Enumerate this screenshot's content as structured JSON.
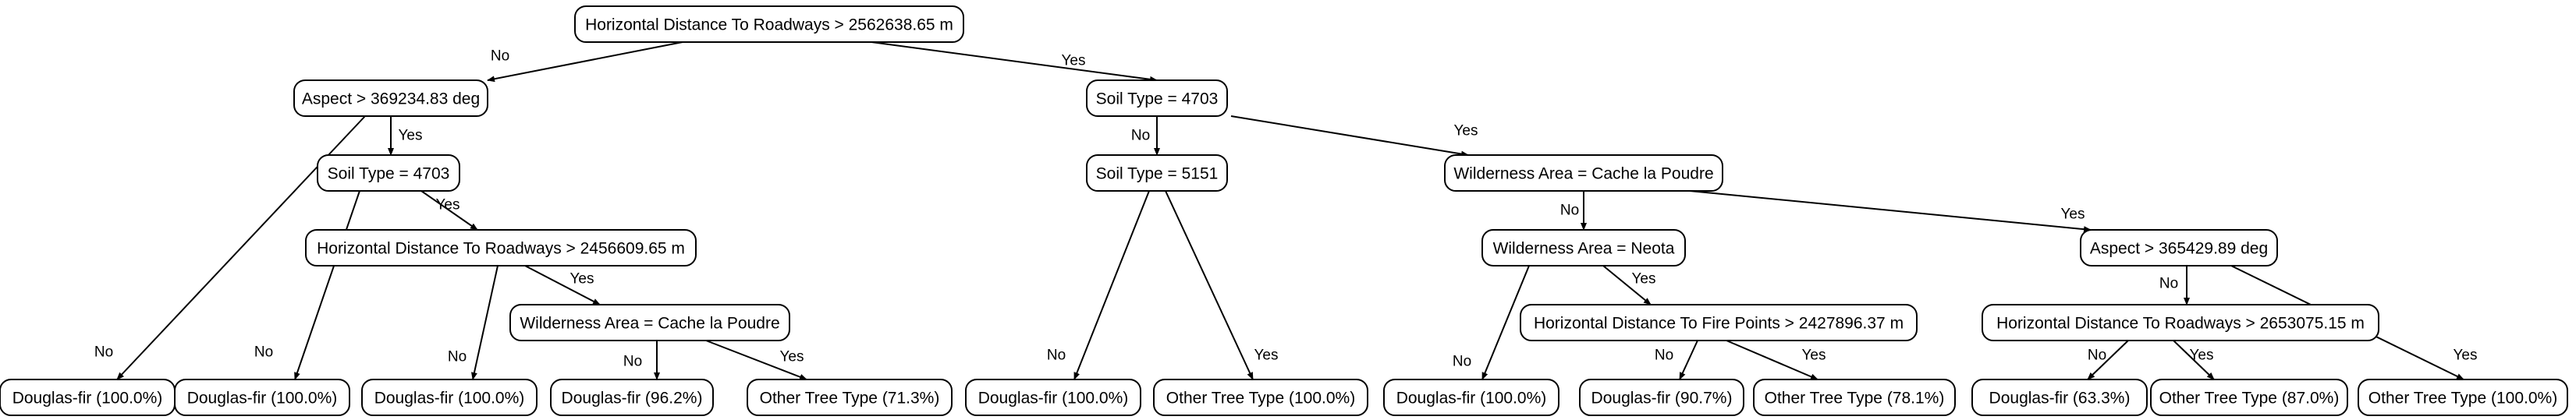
{
  "labels": {
    "no": "No",
    "yes": "Yes"
  },
  "nodes": [
    {
      "id": "n0",
      "text": "Horizontal Distance To Roadways > 2562638.65 m"
    },
    {
      "id": "n1",
      "text": "Aspect > 369234.83 deg"
    },
    {
      "id": "n2",
      "text": "Soil Type = 4703"
    },
    {
      "id": "n3",
      "text": "Soil Type = 4703"
    },
    {
      "id": "n4",
      "text": "Horizontal Distance To Roadways > 2456609.65 m"
    },
    {
      "id": "n5",
      "text": "Wilderness Area = Cache la Poudre"
    },
    {
      "id": "n6",
      "text": "Soil Type = 5151"
    },
    {
      "id": "n7",
      "text": "Wilderness Area = Cache la Poudre"
    },
    {
      "id": "n8",
      "text": "Wilderness Area = Neota"
    },
    {
      "id": "n9",
      "text": "Horizontal Distance To Fire Points > 2427896.37 m"
    },
    {
      "id": "n10",
      "text": "Aspect > 365429.89 deg"
    },
    {
      "id": "n11",
      "text": "Horizontal Distance To Roadways > 2653075.15 m"
    },
    {
      "id": "l1",
      "text": "Douglas-fir (100.0%)"
    },
    {
      "id": "l2",
      "text": "Douglas-fir (100.0%)"
    },
    {
      "id": "l3",
      "text": "Douglas-fir (100.0%)"
    },
    {
      "id": "l4",
      "text": "Douglas-fir (96.2%)"
    },
    {
      "id": "l5",
      "text": "Other Tree Type (71.3%)"
    },
    {
      "id": "l6",
      "text": "Douglas-fir (100.0%)"
    },
    {
      "id": "l7",
      "text": "Other Tree Type (100.0%)"
    },
    {
      "id": "l8",
      "text": "Douglas-fir (100.0%)"
    },
    {
      "id": "l9",
      "text": "Douglas-fir (90.7%)"
    },
    {
      "id": "l10",
      "text": "Other Tree Type (78.1%)"
    },
    {
      "id": "l11",
      "text": "Douglas-fir (63.3%)"
    },
    {
      "id": "l12",
      "text": "Other Tree Type (87.0%)"
    },
    {
      "id": "l13",
      "text": "Other Tree Type (100.0%)"
    }
  ],
  "edges": [
    {
      "from": "n0",
      "to": "n1",
      "label": "No"
    },
    {
      "from": "n0",
      "to": "n2",
      "label": "Yes"
    },
    {
      "from": "n1",
      "to": "l1",
      "label": "No"
    },
    {
      "from": "n1",
      "to": "n3",
      "label": "Yes"
    },
    {
      "from": "n3",
      "to": "l2",
      "label": "No"
    },
    {
      "from": "n3",
      "to": "n4",
      "label": "Yes"
    },
    {
      "from": "n4",
      "to": "l3",
      "label": "No"
    },
    {
      "from": "n4",
      "to": "n5",
      "label": "Yes"
    },
    {
      "from": "n5",
      "to": "l4",
      "label": "No"
    },
    {
      "from": "n5",
      "to": "l5",
      "label": "Yes"
    },
    {
      "from": "n2",
      "to": "n6",
      "label": "No"
    },
    {
      "from": "n2",
      "to": "n7",
      "label": "Yes"
    },
    {
      "from": "n6",
      "to": "l6",
      "label": "No"
    },
    {
      "from": "n6",
      "to": "l7",
      "label": "Yes"
    },
    {
      "from": "n7",
      "to": "n8",
      "label": "No"
    },
    {
      "from": "n7",
      "to": "n10",
      "label": "Yes"
    },
    {
      "from": "n8",
      "to": "l8",
      "label": "No"
    },
    {
      "from": "n8",
      "to": "n9",
      "label": "Yes"
    },
    {
      "from": "n9",
      "to": "l9",
      "label": "No"
    },
    {
      "from": "n9",
      "to": "l10",
      "label": "Yes"
    },
    {
      "from": "n10",
      "to": "n11",
      "label": "No"
    },
    {
      "from": "n10",
      "to": "l13",
      "label": "Yes"
    },
    {
      "from": "n11",
      "to": "l11",
      "label": "No"
    },
    {
      "from": "n11",
      "to": "l12",
      "label": "Yes"
    }
  ]
}
